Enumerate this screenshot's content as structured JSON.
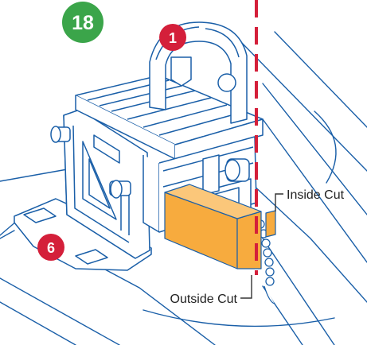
{
  "step": {
    "number": "18",
    "color": "#3ba54a"
  },
  "callouts": [
    {
      "number": "1",
      "color": "#d41f3a"
    },
    {
      "number": "6",
      "color": "#d41f3a"
    }
  ],
  "labels": {
    "inside_cut": "Inside Cut",
    "outside_cut": "Outside Cut"
  },
  "colors": {
    "line": "#1a5fa8",
    "guide": "#d41f3a",
    "workpiece": "#f7ab3e",
    "label_text": "#222222"
  }
}
